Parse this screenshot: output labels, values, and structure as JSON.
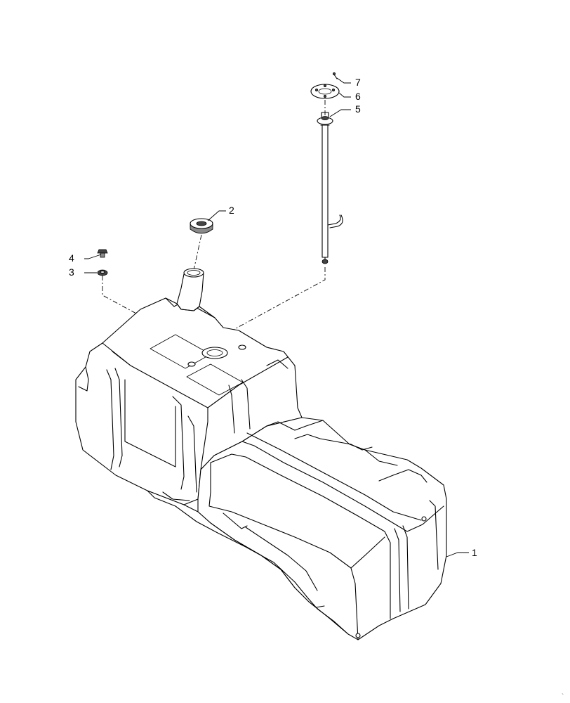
{
  "callouts": [
    {
      "id": "1",
      "label": "1",
      "part": "fuel-tank"
    },
    {
      "id": "2",
      "label": "2",
      "part": "filler-cap"
    },
    {
      "id": "3",
      "label": "3",
      "part": "washer"
    },
    {
      "id": "4",
      "label": "4",
      "part": "screw"
    },
    {
      "id": "5",
      "label": "5",
      "part": "fuel-level-sender"
    },
    {
      "id": "6",
      "label": "6",
      "part": "sender-gasket-plate"
    },
    {
      "id": "7",
      "label": "7",
      "part": "small-screw"
    }
  ],
  "corner_mark": "`"
}
